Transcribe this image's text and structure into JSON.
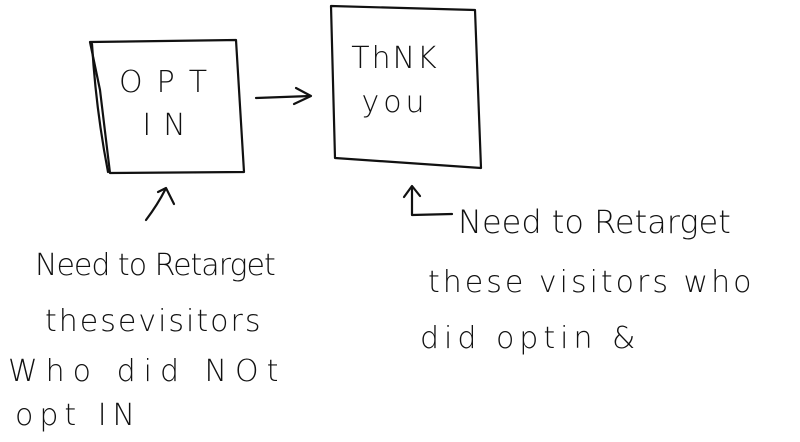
{
  "diagram": {
    "ink_color": "#111111",
    "background": "#ffffff",
    "nodes": [
      {
        "id": "opt-in",
        "lines": [
          "OPT",
          "IN"
        ]
      },
      {
        "id": "thank-you",
        "lines": [
          "ThNK",
          "you"
        ]
      }
    ],
    "edges": [
      {
        "from": "opt-in",
        "to": "thank-you"
      }
    ],
    "notes": {
      "left": [
        "Need to Retarget",
        "thesevisitors",
        "Who did NOt",
        "opt IN"
      ],
      "right": [
        "Need to Retarget",
        "these visitors who",
        "did optin &"
      ]
    }
  }
}
